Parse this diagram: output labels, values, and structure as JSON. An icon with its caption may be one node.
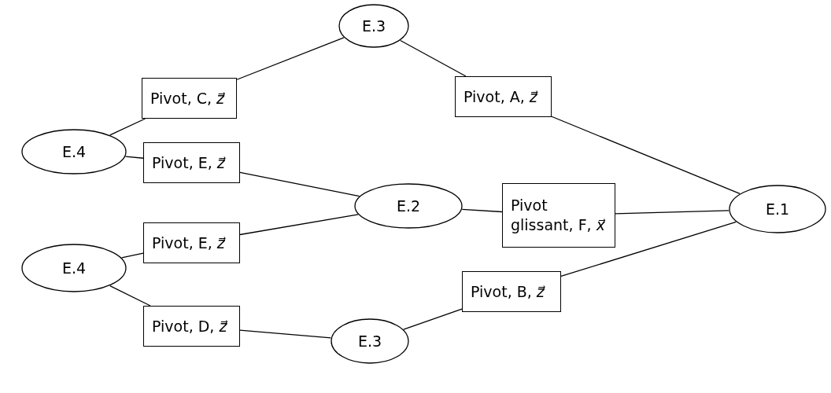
{
  "diagram": {
    "nodes": [
      {
        "text": [
          "E.3"
        ]
      },
      {
        "text": [
          "Pivot, C, *z⃗*"
        ]
      },
      {
        "text": [
          "Pivot, A, *z⃗*"
        ]
      },
      {
        "text": [
          "E.4"
        ]
      },
      {
        "text": [
          "Pivot, E, *z⃗*"
        ]
      },
      {
        "text": [
          "E.2"
        ]
      },
      {
        "text": [
          "Pivot glissant, F, *x⃗*"
        ]
      },
      {
        "text": [
          "E.1"
        ]
      },
      {
        "text": [
          "Pivot, E, *z⃗*"
        ]
      },
      {
        "text": [
          "E.4"
        ]
      },
      {
        "text": [
          "Pivot, D, *z⃗*"
        ]
      },
      {
        "text": [
          "Pivot, B, *z⃗*"
        ]
      },
      {
        "text": [
          "E.3"
        ]
      }
    ],
    "edges": [
      {
        "from": 1,
        "to": 0,
        "arrow": "none"
      },
      {
        "from": 0,
        "to": 2,
        "arrow": "none"
      },
      {
        "from": 2,
        "to": 7,
        "arrow": "none"
      },
      {
        "from": 1,
        "to": 3,
        "arrow": "none"
      },
      {
        "from": 3,
        "to": 4,
        "arrow": "none"
      },
      {
        "from": 4,
        "to": 5,
        "arrow": "none"
      },
      {
        "from": 8,
        "to": 5,
        "arrow": "none"
      },
      {
        "from": 5,
        "to": 6,
        "arrow": "none"
      },
      {
        "from": 6,
        "to": 7,
        "arrow": "none"
      },
      {
        "from": 8,
        "to": 9,
        "arrow": "none"
      },
      {
        "from": 9,
        "to": 10,
        "arrow": "none"
      },
      {
        "from": 10,
        "to": 12,
        "arrow": "none"
      },
      {
        "from": 12,
        "to": 11,
        "arrow": "none"
      },
      {
        "from": 11,
        "to": 7,
        "arrow": "none"
      }
    ]
  }
}
